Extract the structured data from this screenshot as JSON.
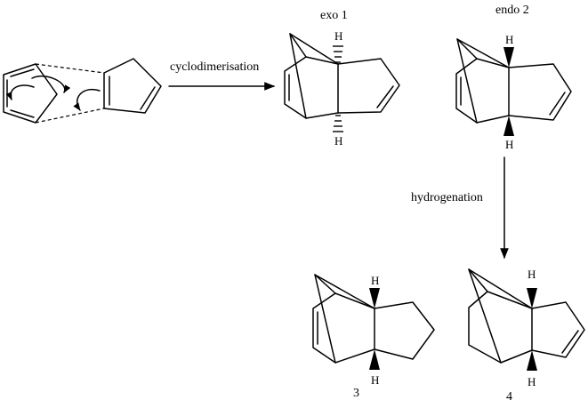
{
  "labels": {
    "reaction1": "cyclodimerisation",
    "reaction2": "hydrogenation",
    "exo": "exo 1",
    "endo": "endo 2",
    "c3": "3",
    "c4": "4"
  },
  "atom_symbol": "H"
}
